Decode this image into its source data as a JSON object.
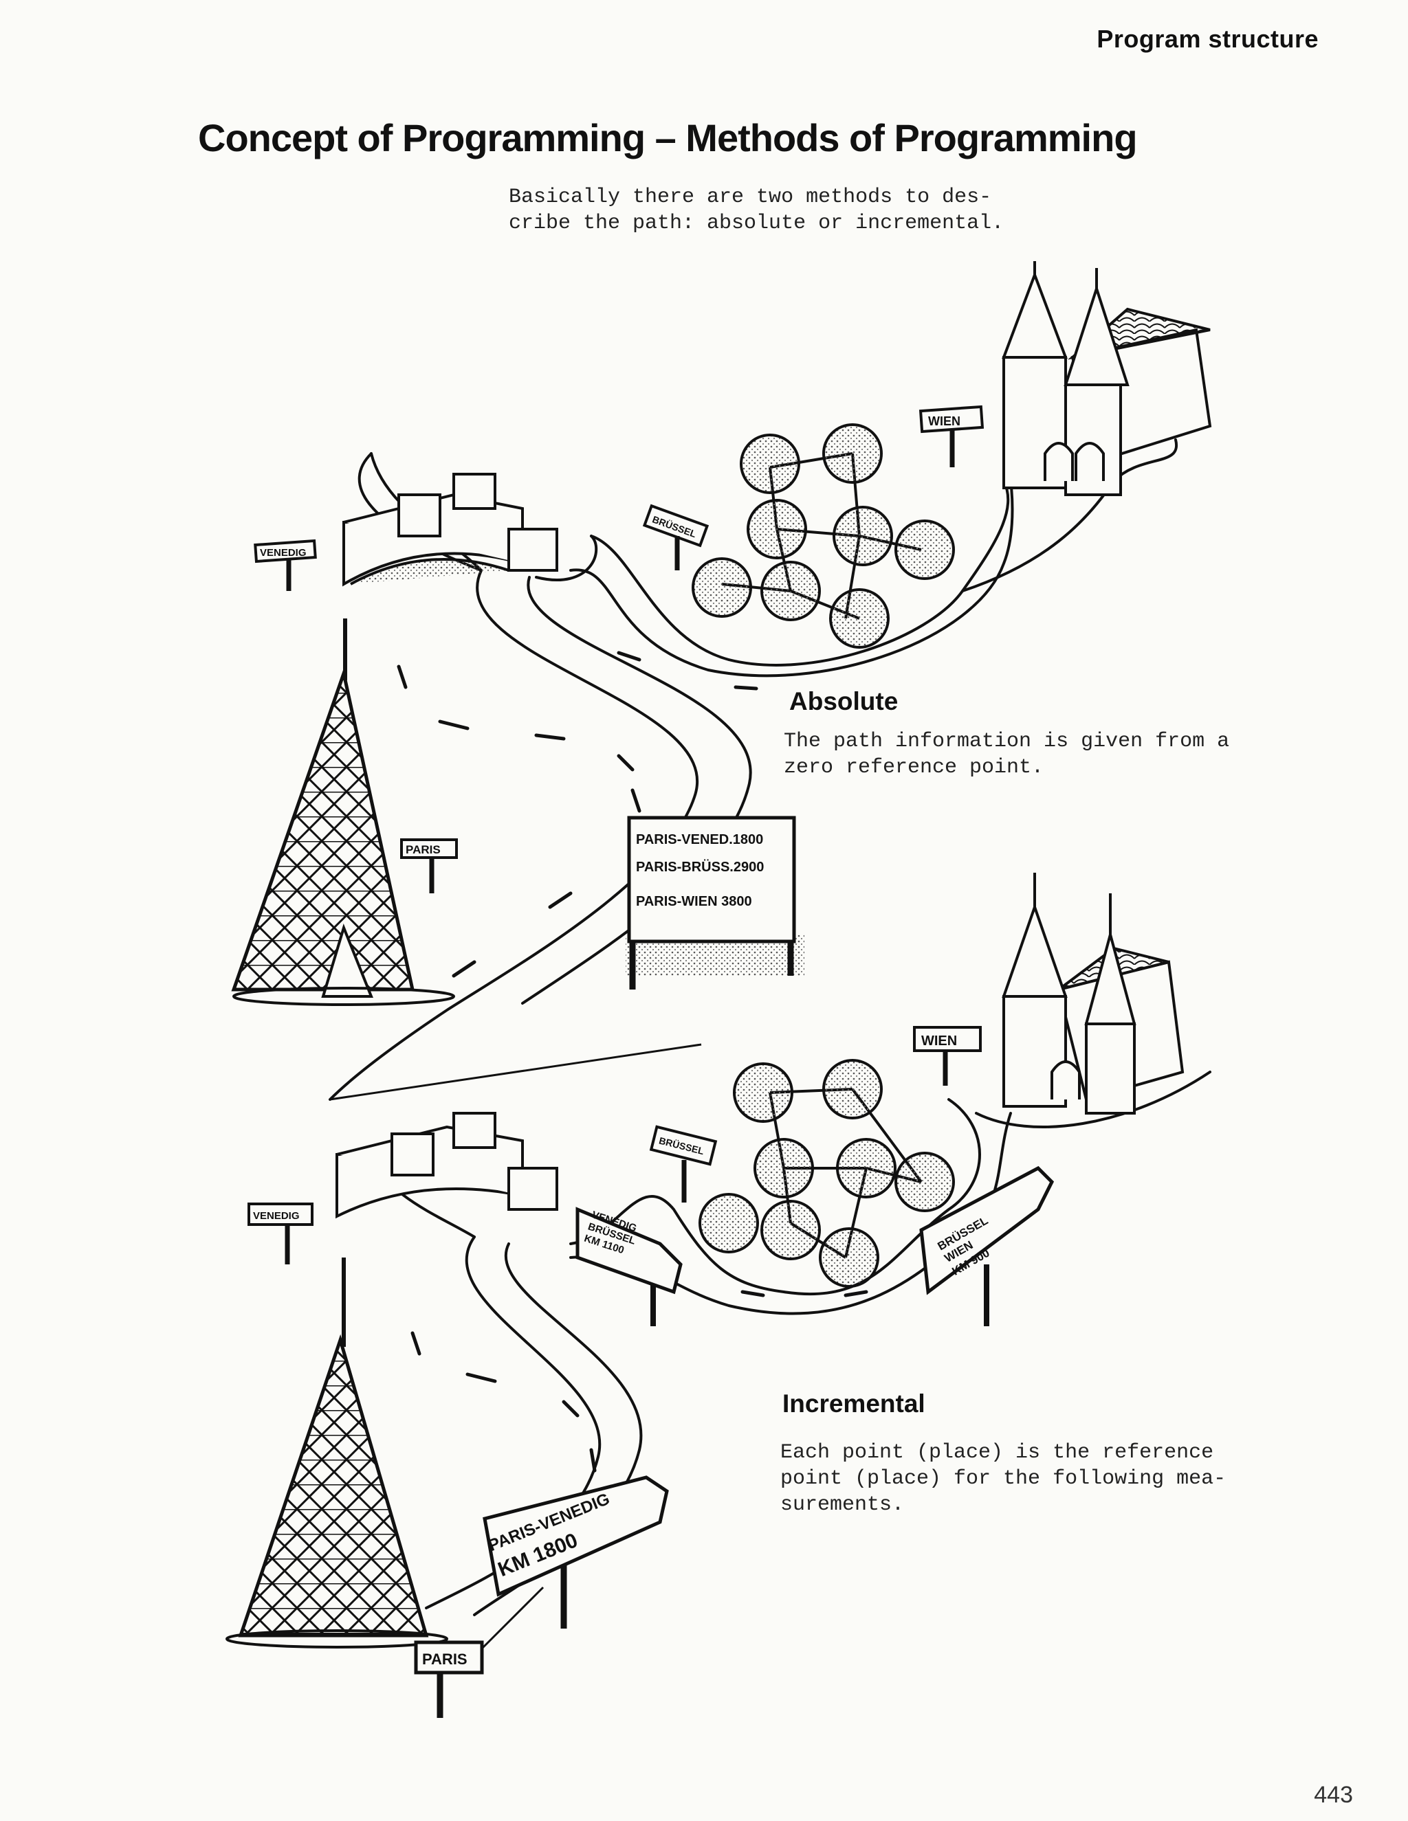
{
  "header": {
    "section": "Program structure"
  },
  "title": "Concept of Programming – Methods of Programming",
  "intro": "Basically there are two methods to des-\ncribe the path: absolute or incremental.",
  "absolute": {
    "heading": "Absolute",
    "text": "The path information is given from a\nzero reference point."
  },
  "incremental": {
    "heading": "Incremental",
    "text": "Each point (place) is the reference\npoint (place) for the following mea-\nsurements."
  },
  "page_number": "443",
  "signs_top": {
    "venedig": "VENEDIG",
    "bruessel": "BRÜSSEL",
    "wien": "WIEN",
    "paris": "PARIS",
    "board": [
      "PARIS-VENED.1800",
      "PARIS-BRÜSS.2900",
      "PARIS-WIEN 3800"
    ]
  },
  "signs_bottom": {
    "venedig": "VENEDIG",
    "bruessel": "BRÜSSEL",
    "wien": "WIEN",
    "paris": "PARIS",
    "arrow_paris_venedig": [
      "PARIS-VENEDIG",
      "KM 1800"
    ],
    "arrow_venedig_bruessel": [
      "VENEDIG",
      "BRÜSSEL",
      "KM 1100"
    ],
    "arrow_bruessel_wien": [
      "BRÜSSEL",
      "WIEN",
      "KM 900"
    ]
  }
}
